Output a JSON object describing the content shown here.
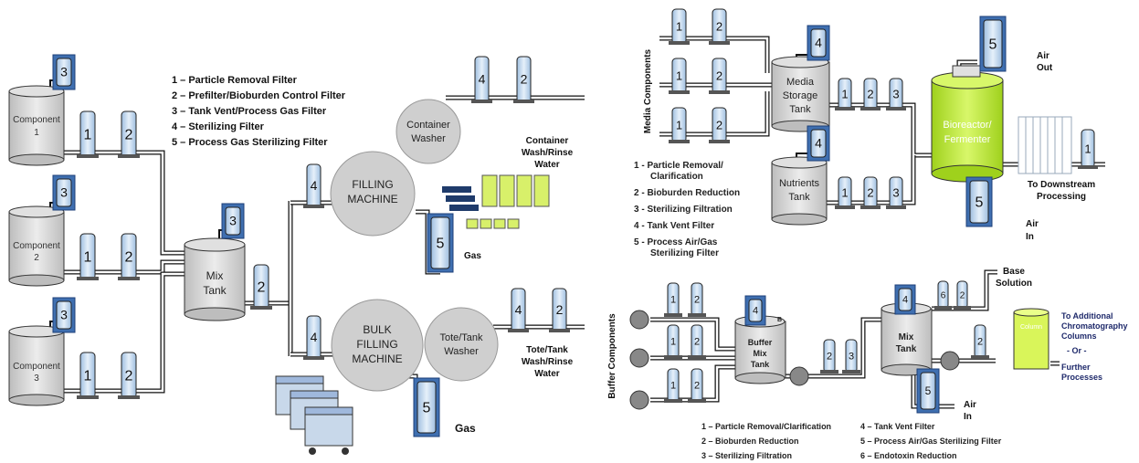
{
  "left_diagram": {
    "legend": [
      "1 – Particle Removal Filter",
      "2 – Prefilter/Bioburden Control Filter",
      "3 – Tank Vent/Process Gas Filter",
      "4 – Sterilizing Filter",
      "5 – Process Gas Sterilizing Filter"
    ],
    "components": [
      {
        "line1": "Component",
        "line2": "1"
      },
      {
        "line1": "Component",
        "line2": "2"
      },
      {
        "line1": "Component",
        "line2": "3"
      }
    ],
    "mix_tank": {
      "line1": "Mix",
      "line2": "Tank"
    },
    "filling_machine": {
      "line1": "FILLING",
      "line2": "MACHINE"
    },
    "bulk_filling_machine": {
      "line1": "BULK",
      "line2": "FILLING",
      "line3": "MACHINE"
    },
    "container_washer": {
      "line1": "Container",
      "line2": "Washer"
    },
    "tote_washer": {
      "line1": "Tote/Tank",
      "line2": "Washer"
    },
    "container_water": {
      "line1": "Container",
      "line2": "Wash/Rinse",
      "line3": "Water"
    },
    "tote_water": {
      "line1": "Tote/Tank",
      "line2": "Wash/Rinse",
      "line3": "Water"
    },
    "gas_label_1": "Gas",
    "gas_label_2": "Gas"
  },
  "top_right_diagram": {
    "side_label": "Media Components",
    "media_tank": {
      "line1": "Media",
      "line2": "Storage",
      "line3": "Tank"
    },
    "nutrients_tank": {
      "line1": "Nutrients",
      "line2": "Tank"
    },
    "bioreactor": {
      "line1": "Bioreactor/",
      "line2": "Fermenter"
    },
    "air_out": {
      "line1": "Air",
      "line2": "Out"
    },
    "air_in": {
      "line1": "Air",
      "line2": "In"
    },
    "downstream": {
      "line1": "To Downstream",
      "line2": "Processing"
    },
    "legend": [
      {
        "line1": "1 - Particle Removal/",
        "line2": "Clarification"
      },
      {
        "line1": "2 - Bioburden Reduction",
        "line2": ""
      },
      {
        "line1": "3 - Sterilizing Filtration",
        "line2": ""
      },
      {
        "line1": "4 - Tank Vent Filter",
        "line2": ""
      },
      {
        "line1": "5 - Process Air/Gas",
        "line2": "Sterilizing Filter"
      }
    ]
  },
  "bottom_right_diagram": {
    "side_label": "Buffer Components",
    "buffer_mix_tank": {
      "line1": "Buffer",
      "line2": "Mix",
      "line3": "Tank"
    },
    "mix_tank": {
      "line1": "Mix",
      "line2": "Tank"
    },
    "base_solution": {
      "line1": "Base",
      "line2": "Solution"
    },
    "column_label": "Column",
    "air_in": {
      "line1": "Air",
      "line2": "In"
    },
    "to_columns": {
      "line1": "To Additional",
      "line2": "Chromatography",
      "line3": "Columns"
    },
    "or_label": "- Or -",
    "further": {
      "line1": "Further",
      "line2": "Processes"
    },
    "legend_left": [
      "1 – Particle Removal/Clarification",
      "2 – Bioburden Reduction",
      "3 – Sterilizing Filtration"
    ],
    "legend_right": [
      "4 – Tank Vent Filter",
      "5 – Process Air/Gas Sterilizing Filter",
      "6 – Endotoxin Reduction"
    ],
    "tank_marker": "B"
  },
  "filter_numbers": {
    "one": "1",
    "two": "2",
    "three": "3",
    "four": "4",
    "five": "5",
    "six": "6"
  },
  "colors": {
    "filter_fill": "#bcd4ec",
    "vent_box": "#3f6fb0",
    "tank_fill": "#d9d9d9",
    "bioreactor_fill": "#c6ef3c",
    "column_fill": "#d9f55a",
    "navy_text": "#1f2a6b"
  }
}
